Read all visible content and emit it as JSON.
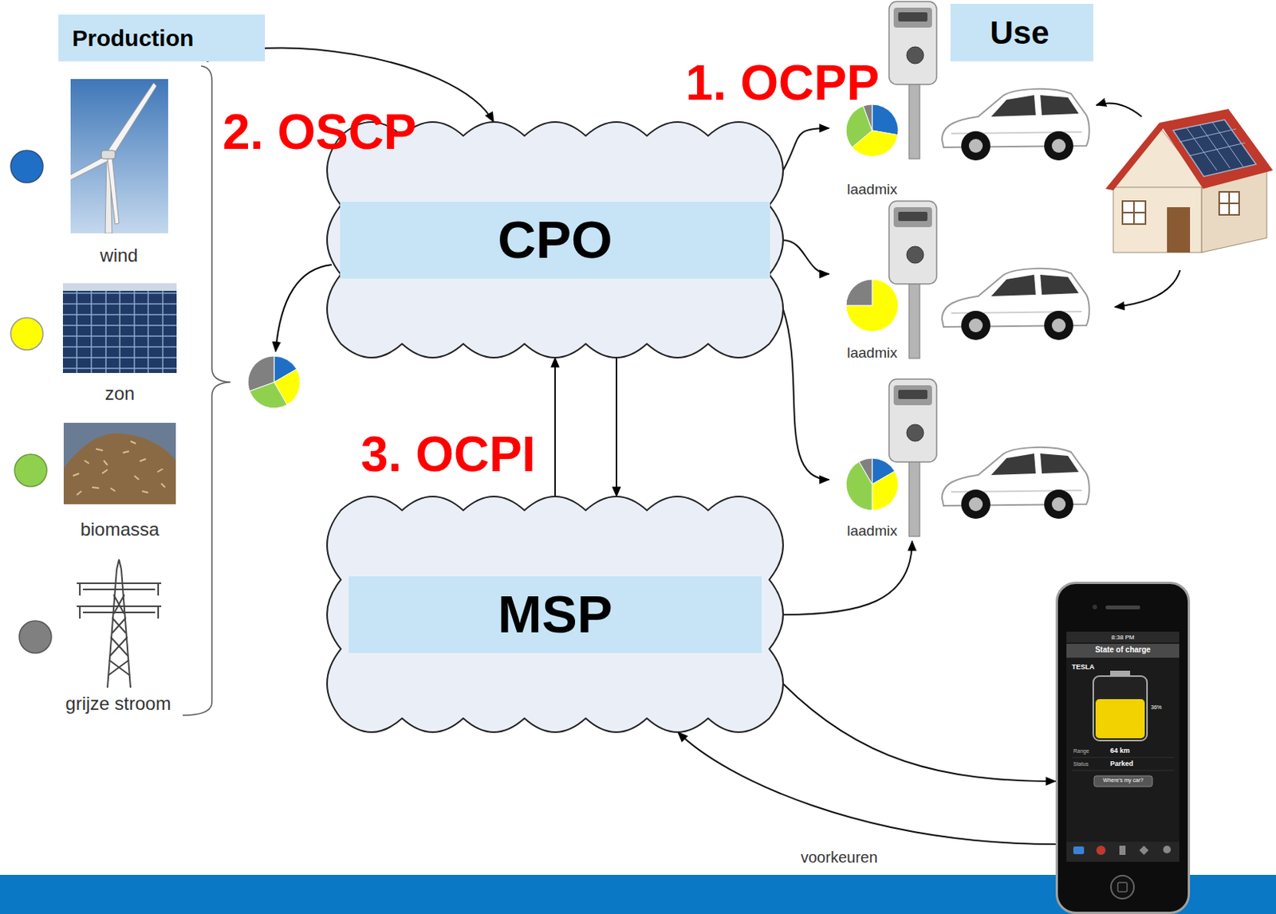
{
  "diagram": {
    "nodes": [
      {
        "text": [
          "Production"
        ]
      },
      {
        "text": [
          "Use"
        ]
      },
      {
        "text": [
          "CPO"
        ]
      },
      {
        "text": [
          "laadmix"
        ]
      },
      {
        "text": [
          "laadmix"
        ]
      },
      {
        "text": [
          "laadmix"
        ]
      },
      {
        "text": [
          "MSP"
        ]
      },
      {
        "text": [
          "8:38 PM",
          "State of charge",
          "TESLA",
          "36%",
          "Range",
          "64 km",
          "Status",
          "Parked",
          "Where's my car?"
        ]
      }
    ],
    "edges": [
      {
        "from": 0,
        "to": 2,
        "arrow": "both",
        "label": "2. OSCP"
      },
      {
        "from": 2,
        "to": 3,
        "arrow": "to"
      },
      {
        "from": 2,
        "to": 4,
        "arrow": "to"
      },
      {
        "from": 2,
        "to": 5,
        "arrow": "to"
      },
      {
        "from": 2,
        "to": 6,
        "arrow": "to"
      },
      {
        "from": 6,
        "to": 2,
        "arrow": "to",
        "label": "3. OCPI"
      },
      {
        "from": 6,
        "to": 5,
        "arrow": "to"
      },
      {
        "from": 6,
        "to": 7,
        "arrow": "to"
      },
      {
        "from": 7,
        "to": 6,
        "arrow": "to",
        "label": "voorkeuren"
      }
    ],
    "labels": [
      "1. OCPP",
      "wind",
      "zon",
      "biomassa",
      "grijze stroom"
    ]
  }
}
